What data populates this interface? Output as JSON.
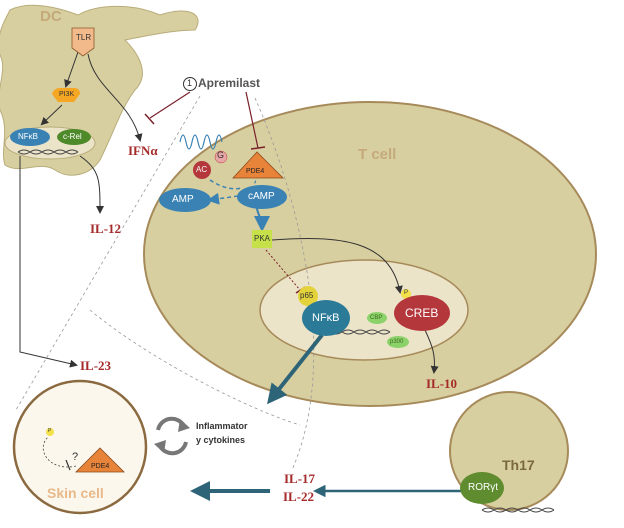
{
  "cells": {
    "dc_label": "DC",
    "tcell_label": "T cell",
    "skin_label": "Skin cell",
    "th17_label": "Th17"
  },
  "drug": {
    "number": "1",
    "name": "Apremilast"
  },
  "dc_nodes": {
    "tlr": "TLR",
    "pi3k": "PI3K",
    "nfkb": "NFκB",
    "crel": "c-Rel"
  },
  "tcell_nodes": {
    "g": "G",
    "ac": "AC",
    "pde4": "PDE4",
    "amp": "AMP",
    "camp": "cAMP",
    "pka": "PKA",
    "p65": "p65",
    "nfkb": "NFκB",
    "p": "P",
    "creb": "CREB",
    "cbp": "CBP",
    "p300": "p300"
  },
  "skin_nodes": {
    "p": "P",
    "question": "?",
    "pde4": "PDE4"
  },
  "th17_nodes": {
    "roryt": "RORγt"
  },
  "cytokines": {
    "ifna": "IFNα",
    "il12": "IL-12",
    "il23": "IL-23",
    "il10": "IL-10",
    "il17": "IL-17",
    "il22": "IL-22",
    "inflammatory_line1": "Inflammator",
    "inflammatory_line2": "y cytokines"
  },
  "colors": {
    "cell_fill": "#d8cfa0",
    "cell_stroke": "#a68a5a",
    "nucleus_fill": "#ece4c8",
    "blue_node": "#3a82b4",
    "red_node": "#b4373c",
    "green_node": "#4f8a2a",
    "cytokine_text": "#a52a2a",
    "pde4_fill": "#e8843a",
    "arrow_dark": "#2e6478"
  }
}
